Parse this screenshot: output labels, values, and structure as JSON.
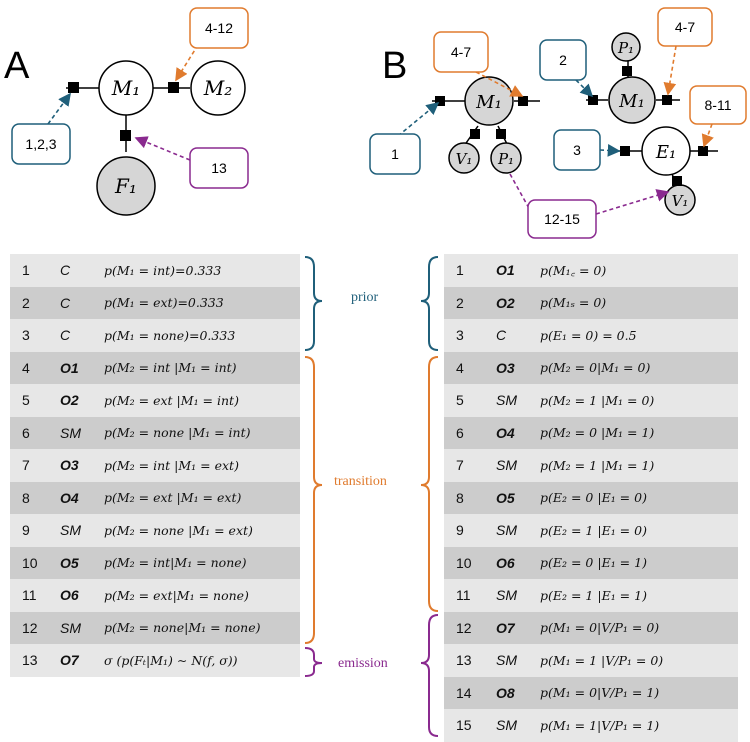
{
  "panels": {
    "a_label": "A",
    "b_label": "B"
  },
  "colors": {
    "blue": "#1f5f7a",
    "orange": "#e07b2e",
    "purple": "#8a2a8f",
    "node_fill": "#d6d6d6"
  },
  "panel_a": {
    "nodes": {
      "m1": "M₁",
      "m2": "M₂",
      "f1": "F₁"
    },
    "callouts": {
      "left": "1,2,3",
      "top": "4-12",
      "bottom": "13"
    }
  },
  "panel_b": {
    "nodes": {
      "m1a": "M₁",
      "v1a": "V₁",
      "p1a": "P₁",
      "p1b": "P₁",
      "m1b": "M₁",
      "e1": "E₁",
      "v1b": "V₁"
    },
    "callouts": {
      "c1": "1",
      "c47a": "4-7",
      "c2": "2",
      "c47b": "4-7",
      "c811": "8-11",
      "c3": "3",
      "c1215": "12-15"
    }
  },
  "groups": {
    "prior": "prior",
    "transition": "transition",
    "emission": "emission"
  },
  "table_a": [
    {
      "num": "1",
      "code": "C",
      "bold": false,
      "expr": "p(M₁ = int)=0.333"
    },
    {
      "num": "2",
      "code": "C",
      "bold": false,
      "expr": "p(M₁ = ext)=0.333"
    },
    {
      "num": "3",
      "code": "C",
      "bold": false,
      "expr": "p(M₁ = none)=0.333"
    },
    {
      "num": "4",
      "code": "O1",
      "bold": true,
      "expr": "p(M₂ = int |M₁ = int)"
    },
    {
      "num": "5",
      "code": "O2",
      "bold": true,
      "expr": "p(M₂ = ext |M₁ = int)"
    },
    {
      "num": "6",
      "code": "SM",
      "bold": false,
      "expr": "p(M₂ = none |M₁ = int)"
    },
    {
      "num": "7",
      "code": "O3",
      "bold": true,
      "expr": "p(M₂ = int |M₁ = ext)"
    },
    {
      "num": "8",
      "code": "O4",
      "bold": true,
      "expr": "p(M₂ = ext |M₁ = ext)"
    },
    {
      "num": "9",
      "code": "SM",
      "bold": false,
      "expr": "p(M₂ = none |M₁ = ext)"
    },
    {
      "num": "10",
      "code": "O5",
      "bold": true,
      "expr": "p(M₂ = int|M₁ = none)"
    },
    {
      "num": "11",
      "code": "O6",
      "bold": true,
      "expr": "p(M₂ = ext|M₁ = none)"
    },
    {
      "num": "12",
      "code": "SM",
      "bold": false,
      "expr": "p(M₂ = none|M₁ = none)"
    },
    {
      "num": "13",
      "code": "O7",
      "bold": true,
      "expr": "σ (p(Fₜ|M₁) ∼ N(f, σ))"
    }
  ],
  "table_b": [
    {
      "num": "1",
      "code": "O1",
      "bold": true,
      "expr": "p(M₁꜀ = 0)"
    },
    {
      "num": "2",
      "code": "O2",
      "bold": true,
      "expr": "p(M₁ₛ = 0)"
    },
    {
      "num": "3",
      "code": "C",
      "bold": false,
      "expr": "p(E₁ = 0) = 0.5"
    },
    {
      "num": "4",
      "code": "O3",
      "bold": true,
      "expr": "p(M₂ = 0|M₁ = 0)"
    },
    {
      "num": "5",
      "code": "SM",
      "bold": false,
      "expr": "p(M₂ = 1 |M₁ = 0)"
    },
    {
      "num": "6",
      "code": "O4",
      "bold": true,
      "expr": "p(M₂ = 0 |M₁ = 1)"
    },
    {
      "num": "7",
      "code": "SM",
      "bold": false,
      "expr": "p(M₂ = 1 |M₁ = 1)"
    },
    {
      "num": "8",
      "code": "O5",
      "bold": true,
      "expr": "p(E₂ = 0 |E₁ = 0)"
    },
    {
      "num": "9",
      "code": "SM",
      "bold": false,
      "expr": "p(E₂ = 1 |E₁ = 0)"
    },
    {
      "num": "10",
      "code": "O6",
      "bold": true,
      "expr": "p(E₂ = 0 |E₁ = 1)"
    },
    {
      "num": "11",
      "code": "SM",
      "bold": false,
      "expr": "p(E₂ = 1 |E₁ = 1)"
    },
    {
      "num": "12",
      "code": "O7",
      "bold": true,
      "expr": "p(M₁ = 0|V/P₁ = 0)"
    },
    {
      "num": "13",
      "code": "SM",
      "bold": false,
      "expr": "p(M₁ = 1 |V/P₁ = 0)"
    },
    {
      "num": "14",
      "code": "O8",
      "bold": true,
      "expr": "p(M₁ = 0|V/P₁ = 1)"
    },
    {
      "num": "15",
      "code": "SM",
      "bold": false,
      "expr": "p(M₁ = 1|V/P₁ = 1)"
    }
  ]
}
